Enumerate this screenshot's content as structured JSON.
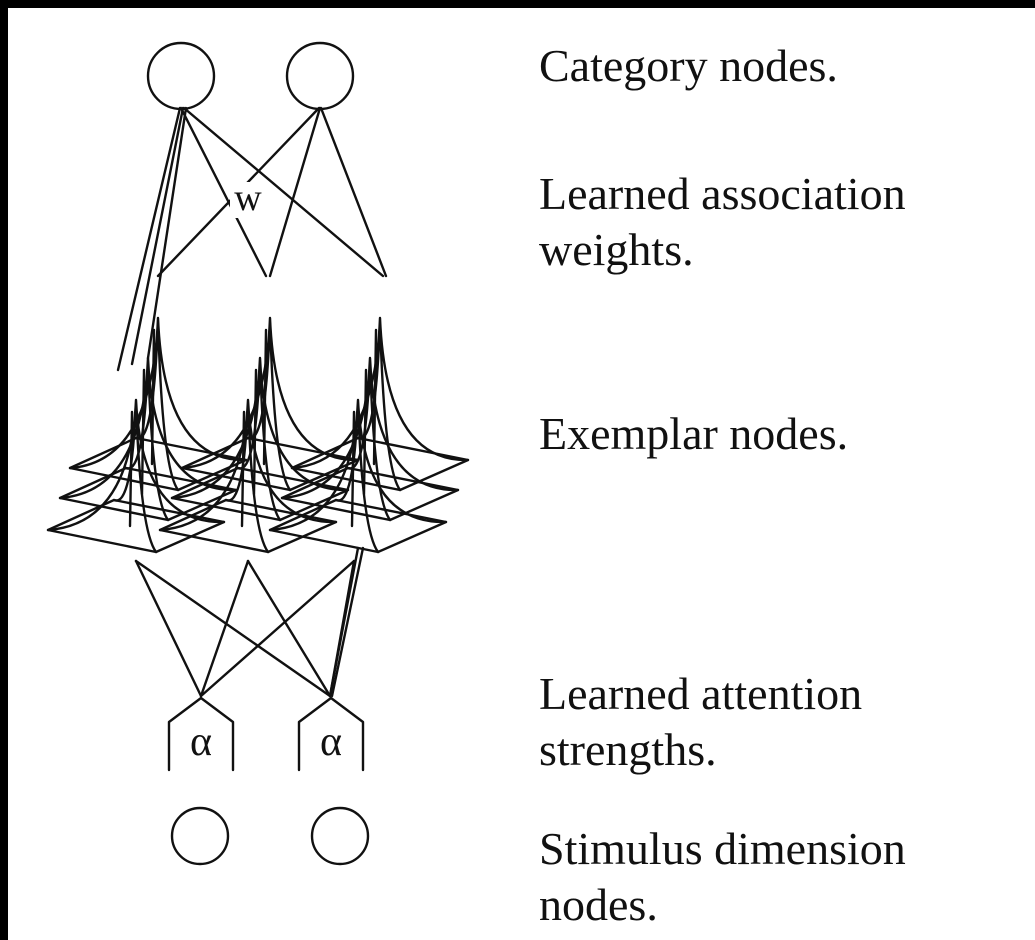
{
  "labels": {
    "category": "Category nodes.",
    "weights": "Learned association\nweights.",
    "exemplar": "Exemplar nodes.",
    "attention": "Learned attention\nstrengths.",
    "stimulus": "Stimulus dimension\nnodes."
  },
  "symbols": {
    "weight": "w",
    "attention": "α"
  }
}
